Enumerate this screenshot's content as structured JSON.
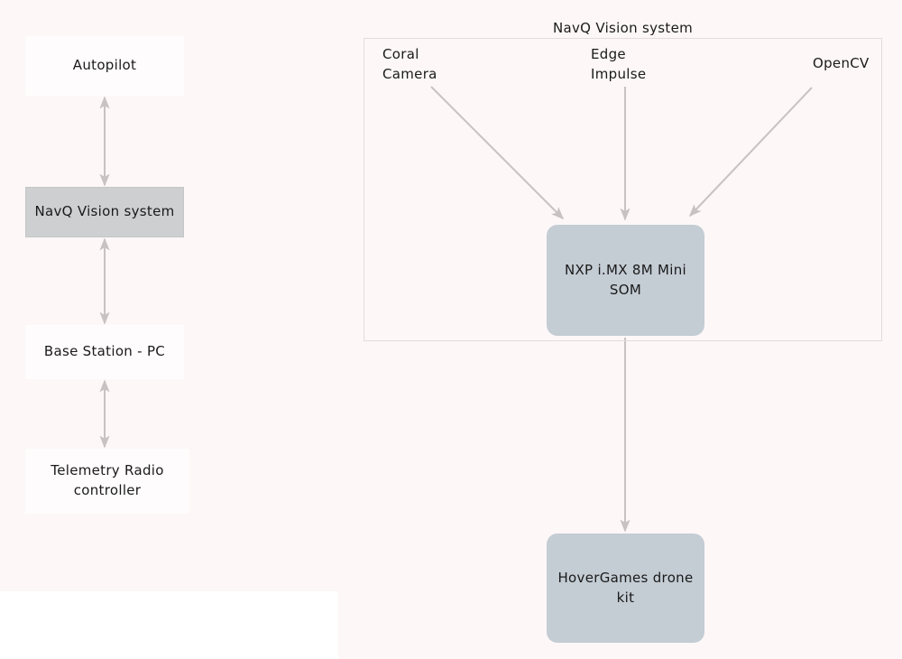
{
  "background_color": "#fdf7f7",
  "palette": {
    "node_gray_round": "#c4ccd4",
    "node_gray_flat": "#cdcfd0",
    "node_white": "#fefcfc",
    "panel_border": "#e2dcdc",
    "arrow": "#c9c2c2",
    "text": "#1a1a1a"
  },
  "left_column": {
    "nodes": [
      {
        "id": "autopilot",
        "label": "Autopilot",
        "style": "white"
      },
      {
        "id": "navq",
        "label": "NavQ Vision system",
        "style": "gray-flat"
      },
      {
        "id": "base-station",
        "label": "Base Station - PC",
        "style": "white"
      },
      {
        "id": "telemetry",
        "label": "Telemetry Radio\ncontroller",
        "style": "white"
      }
    ],
    "connections": [
      {
        "from": "autopilot",
        "to": "navq",
        "type": "double-arrow"
      },
      {
        "from": "navq",
        "to": "base-station",
        "type": "double-arrow"
      },
      {
        "from": "base-station",
        "to": "telemetry",
        "type": "double-arrow"
      }
    ]
  },
  "vision_panel": {
    "title": "NavQ Vision system",
    "sources": [
      {
        "id": "coral-camera",
        "label": "Coral\nCamera"
      },
      {
        "id": "edge-impulse",
        "label": "Edge\nImpulse"
      },
      {
        "id": "opencv",
        "label": "OpenCV"
      }
    ],
    "som_node": {
      "id": "nxp-som",
      "label": "NXP i.MX 8M Mini\nSOM",
      "style": "gray-round"
    },
    "connections": [
      {
        "from": "coral-camera",
        "to": "nxp-som",
        "type": "arrow"
      },
      {
        "from": "edge-impulse",
        "to": "nxp-som",
        "type": "arrow"
      },
      {
        "from": "opencv",
        "to": "nxp-som",
        "type": "arrow"
      }
    ]
  },
  "output": {
    "node": {
      "id": "hovergames",
      "label": "HoverGames drone\nkit",
      "style": "gray-round"
    },
    "connection": {
      "from": "nxp-som",
      "to": "hovergames",
      "type": "arrow"
    }
  }
}
